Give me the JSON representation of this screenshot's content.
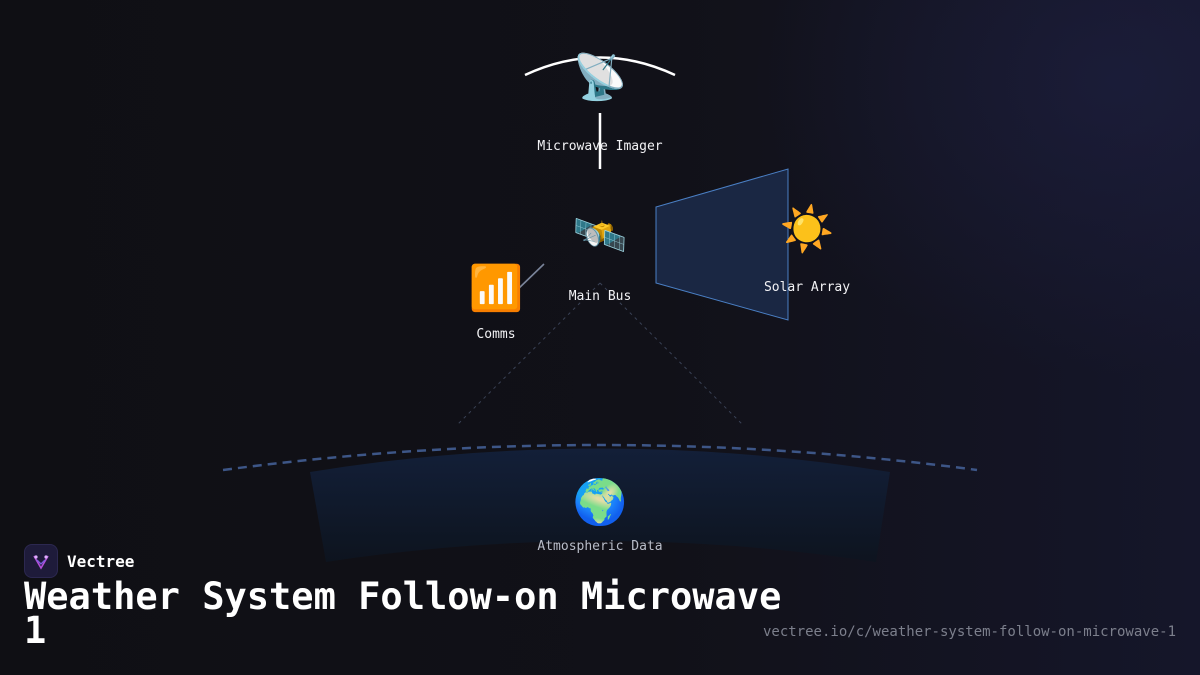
{
  "diagram": {
    "nodes": {
      "imager": {
        "label": "Microwave Imager",
        "icon": "satellite-antenna-icon",
        "glyph": "📡"
      },
      "bus": {
        "label": "Main Bus",
        "icon": "satellite-icon",
        "glyph": "🛰️"
      },
      "comms": {
        "label": "Comms",
        "icon": "signal-bars-icon",
        "glyph": "📶"
      },
      "solar": {
        "label": "Solar Array",
        "icon": "sun-icon",
        "glyph": "☀️"
      },
      "earth": {
        "label": "Atmospheric Data",
        "icon": "globe-icon",
        "glyph": "🌍"
      }
    },
    "colors": {
      "panel_fill": "#1c2a48",
      "panel_stroke": "#4a7fc4",
      "dashed_arc": "#3d5687",
      "earth_band": "#0f1a2a"
    }
  },
  "brand": {
    "name": "Vectree",
    "logo_color": "#b24fd8"
  },
  "page": {
    "title": "Weather System Follow-on Microwave 1",
    "url": "vectree.io/c/weather-system-follow-on-microwave-1"
  }
}
